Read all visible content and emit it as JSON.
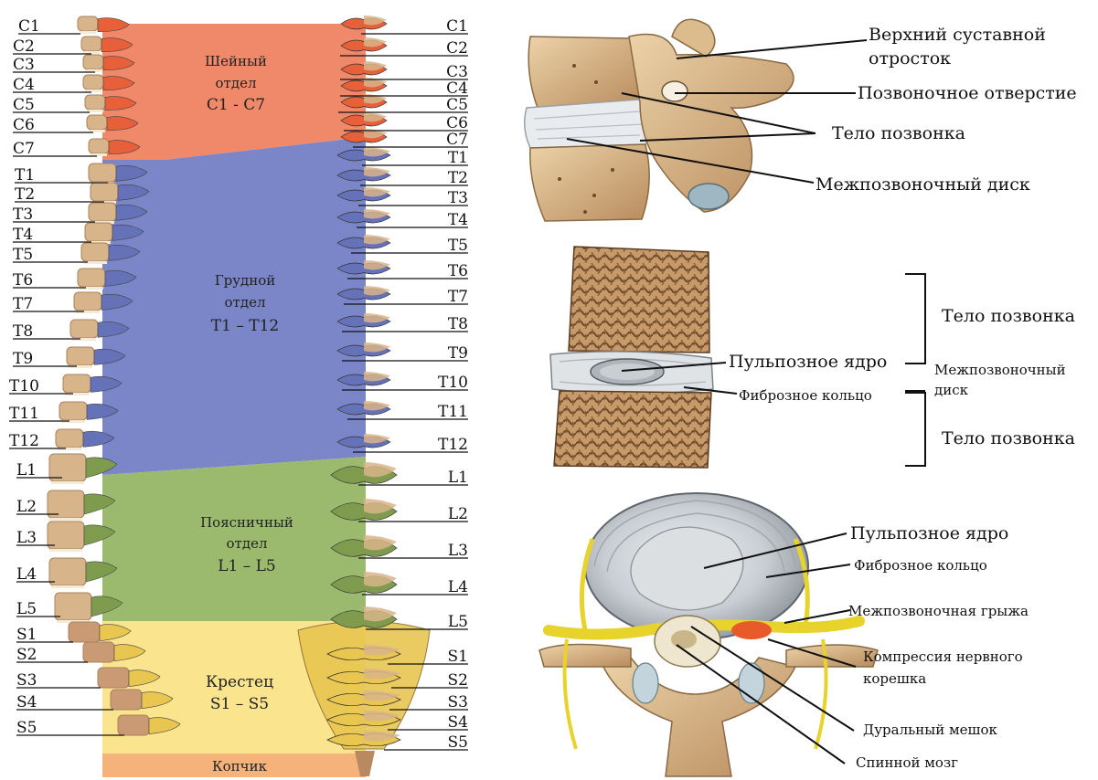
{
  "colors": {
    "cervical": "#f0886a",
    "thoracic": "#7a86c8",
    "lumbar": "#9cba6e",
    "sacral": "#fbe48e",
    "coccyx": "#f5b27a",
    "bone": "#d8b48a",
    "bone_dark": "#a8825c",
    "cervical_bone": "#e8603a",
    "thoracic_bone": "#6672b8",
    "lumbar_bone": "#7f9c4e",
    "sacral_bone": "#e8c650",
    "disc": "#dfe4ea",
    "nerve": "#f2e23a",
    "hernia": "#e85a2a"
  },
  "left_labels": [
    "C1",
    "C2",
    "C3",
    "C4",
    "C5",
    "C6",
    "C7",
    "T1",
    "T2",
    "T3",
    "T4",
    "T5",
    "T6",
    "T7",
    "T8",
    "T9",
    "T10",
    "T11",
    "T12",
    "L1",
    "L2",
    "L3",
    "L4",
    "L5",
    "S1",
    "S2",
    "S3",
    "S4",
    "S5"
  ],
  "right_labels": [
    "C1",
    "C2",
    "C3",
    "C4",
    "C5",
    "C6",
    "C7",
    "T1",
    "T2",
    "T3",
    "T4",
    "T5",
    "T6",
    "T7",
    "T8",
    "T9",
    "T10",
    "T11",
    "T12",
    "L1",
    "L2",
    "L3",
    "L4",
    "L5",
    "S1",
    "S2",
    "S3",
    "S4",
    "S5"
  ],
  "regions": {
    "cervical": {
      "name": "Шейный",
      "word": "отдел",
      "range": "C1 - C7"
    },
    "thoracic": {
      "name": "Грудной",
      "word": "отдел",
      "range": "T1 – T12"
    },
    "lumbar": {
      "name": "Поясничный",
      "word": "отдел",
      "range": "L1 – L5"
    },
    "sacral": {
      "name": "Крестец",
      "range": "S1 – S5"
    },
    "coccyx": {
      "name": "Копчик"
    }
  },
  "vertebra_panel": {
    "superior_process_line1": "Верхний суставной",
    "superior_process_line2": "отросток",
    "foramen": "Позвоночное отверстие",
    "body": "Тело позвонка",
    "disc": "Межпозвоночный диск"
  },
  "disc_panel": {
    "body_top": "Тело позвонка",
    "nucleus": "Пульпозное ядро",
    "annulus": "Фиброзное кольцо",
    "disc_line1": "Межпозвоночный",
    "disc_line2": "диск",
    "body_bottom": "Тело позвонка"
  },
  "hernia_panel": {
    "nucleus": "Пульпозное ядро",
    "annulus": "Фиброзное кольцо",
    "hernia": "Межпозвоночная грыжа",
    "compression_line1": "Компрессия нервного",
    "compression_line2": "корешка",
    "dural_sac": "Дуральный мешок",
    "spinal_cord": "Спинной мозг"
  }
}
